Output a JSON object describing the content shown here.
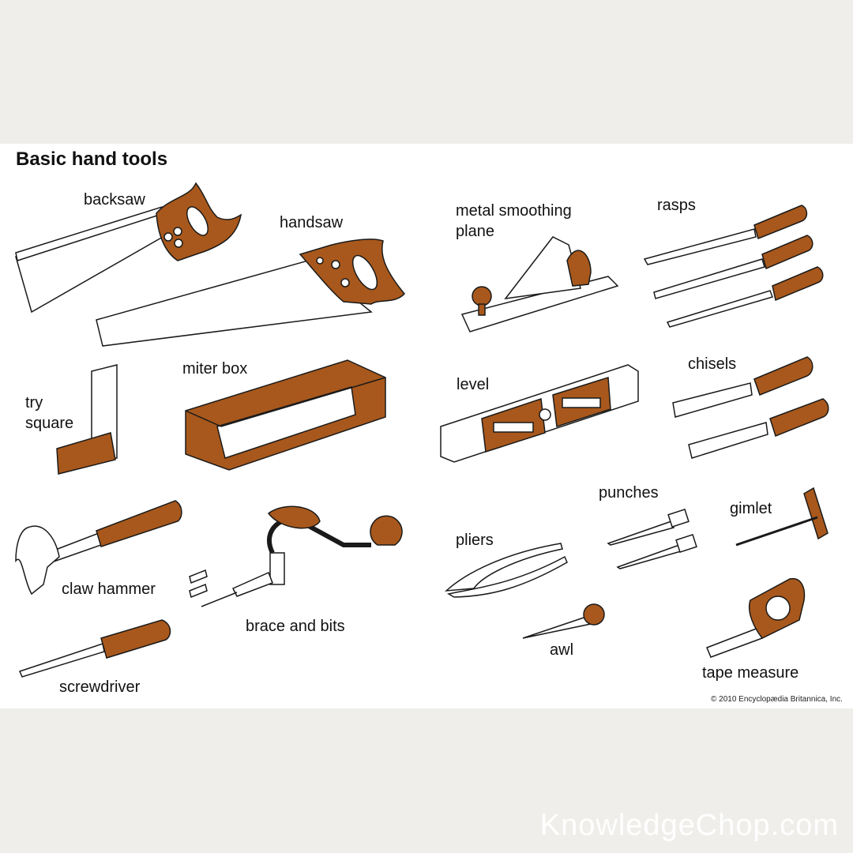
{
  "title": "Basic hand tools",
  "colors": {
    "wood": "#a8581c",
    "outline": "#1a1a1a",
    "background": "#efeeea"
  },
  "labels": {
    "backsaw": "backsaw",
    "handsaw": "handsaw",
    "plane": "metal smoothing\nplane",
    "rasps": "rasps",
    "try_square": "try\nsquare",
    "miter_box": "miter box",
    "level": "level",
    "chisels": "chisels",
    "punches": "punches",
    "gimlet": "gimlet",
    "pliers": "pliers",
    "claw_hammer": "claw hammer",
    "brace_and_bits": "brace and bits",
    "awl": "awl",
    "tape_measure": "tape measure",
    "screwdriver": "screwdriver"
  },
  "copyright": "© 2010 Encyclopædia Britannica, Inc.",
  "watermark": "KnowledgeChop.com"
}
